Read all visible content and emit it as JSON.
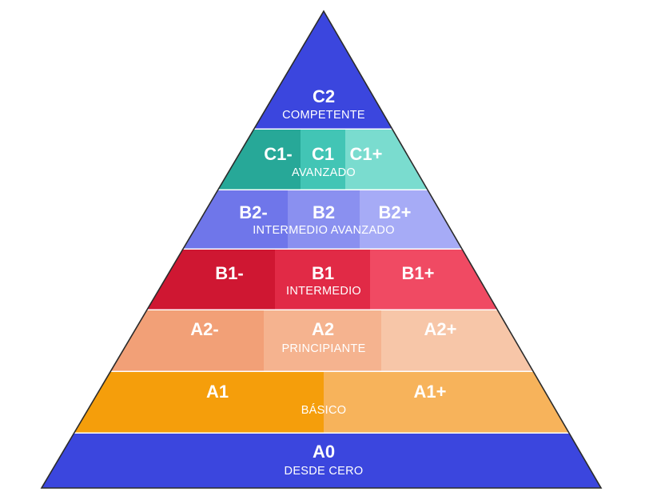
{
  "tiers": [
    {
      "id": "c2",
      "caption": "COMPETENTE",
      "segments": [
        {
          "label": "C2",
          "color": "#3b46de"
        }
      ]
    },
    {
      "id": "c1",
      "caption": "AVANZADO",
      "segments": [
        {
          "label": "C1-",
          "color": "#27a898"
        },
        {
          "label": "C1",
          "color": "#42c5b5"
        },
        {
          "label": "C1+",
          "color": "#7adccf"
        }
      ]
    },
    {
      "id": "b2",
      "caption": "INTERMEDIO AVANZADO",
      "segments": [
        {
          "label": "B2-",
          "color": "#6f76ea"
        },
        {
          "label": "B2",
          "color": "#8a90f0"
        },
        {
          "label": "B2+",
          "color": "#a6abf6"
        }
      ]
    },
    {
      "id": "b1",
      "caption": "INTERMEDIO",
      "segments": [
        {
          "label": "B1-",
          "color": "#cf1732"
        },
        {
          "label": "B1",
          "color": "#e12a46"
        },
        {
          "label": "B1+",
          "color": "#f04a63"
        }
      ]
    },
    {
      "id": "a2",
      "caption": "PRINCIPIANTE",
      "segments": [
        {
          "label": "A2-",
          "color": "#f2a077"
        },
        {
          "label": "A2",
          "color": "#f5b38f"
        },
        {
          "label": "A2+",
          "color": "#f7c6a8"
        }
      ]
    },
    {
      "id": "a1",
      "caption": "BÁSICO",
      "segments": [
        {
          "label": "A1",
          "color": "#f59e0b"
        },
        {
          "label": "A1+",
          "color": "#f7b35b"
        }
      ]
    },
    {
      "id": "a0",
      "caption": "DESDE CERO",
      "segments": [
        {
          "label": "A0",
          "color": "#3b46de"
        }
      ]
    }
  ]
}
